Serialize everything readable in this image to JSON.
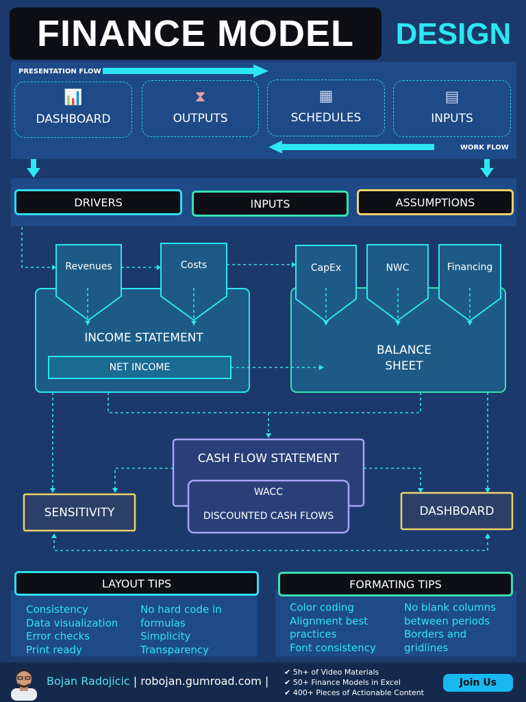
{
  "header": {
    "title": "FINANCE MODEL",
    "accent": "DESIGN"
  },
  "flow": {
    "presentation_label": "PRESENTATION FLOW",
    "work_label": "WORK FLOW",
    "cards": [
      {
        "label": "DASHBOARD",
        "icon": "bar-chart-icon"
      },
      {
        "label": "OUTPUTS",
        "icon": "flowchart-icon"
      },
      {
        "label": "SCHEDULES",
        "icon": "calendar-icon"
      },
      {
        "label": "INPUTS",
        "icon": "document-icon"
      }
    ]
  },
  "pills": {
    "drivers": "DRIVERS",
    "inputs": "INPUTS",
    "assumptions": "ASSUMPTIONS"
  },
  "diagram": {
    "revenues": "Revenues",
    "costs": "Costs",
    "capex": "CapEx",
    "nwc": "NWC",
    "financing": "Financing",
    "income_statement": "INCOME STATEMENT",
    "net_income": "NET INCOME",
    "balance_sheet_1": "BALANCE",
    "balance_sheet_2": "SHEET",
    "cash_flow_statement": "CASH FLOW STATEMENT",
    "wacc": "WACC",
    "dcf": "DISCOUNTED CASH FLOWS",
    "sensitivity": "SENSITIVITY",
    "dashboard": "DASHBOARD"
  },
  "tips": {
    "layout_title": "LAYOUT TIPS",
    "formatting_title": "FORMATING TIPS",
    "layout_col1": [
      "Consistency",
      "Data visualization",
      "Error checks",
      "Print ready"
    ],
    "layout_col2": [
      "No hard code in",
      "formulas",
      "Simplicity",
      "Transparency"
    ],
    "format_col1": [
      "Color coding",
      "Alignment best",
      "practices",
      "Font consistency"
    ],
    "format_col2": [
      "No blank columns",
      "between periods",
      "Borders and",
      "gridlines"
    ]
  },
  "footer": {
    "author": "Bojan Radojicic",
    "separator": "|",
    "site": "robojan.gumroad.com",
    "checks": [
      "5h+ of Video Materials",
      "50+ Finance Models in Excel",
      "400+ Pieces of Actionable Content"
    ],
    "check_mark": "✔",
    "join": "Join Us"
  },
  "colors": {
    "cyan": "#2de6f3",
    "teal": "#38e2b2",
    "yellow": "#f0d26a",
    "lavender": "#a9a3ff",
    "background": "#1b3a6b"
  }
}
